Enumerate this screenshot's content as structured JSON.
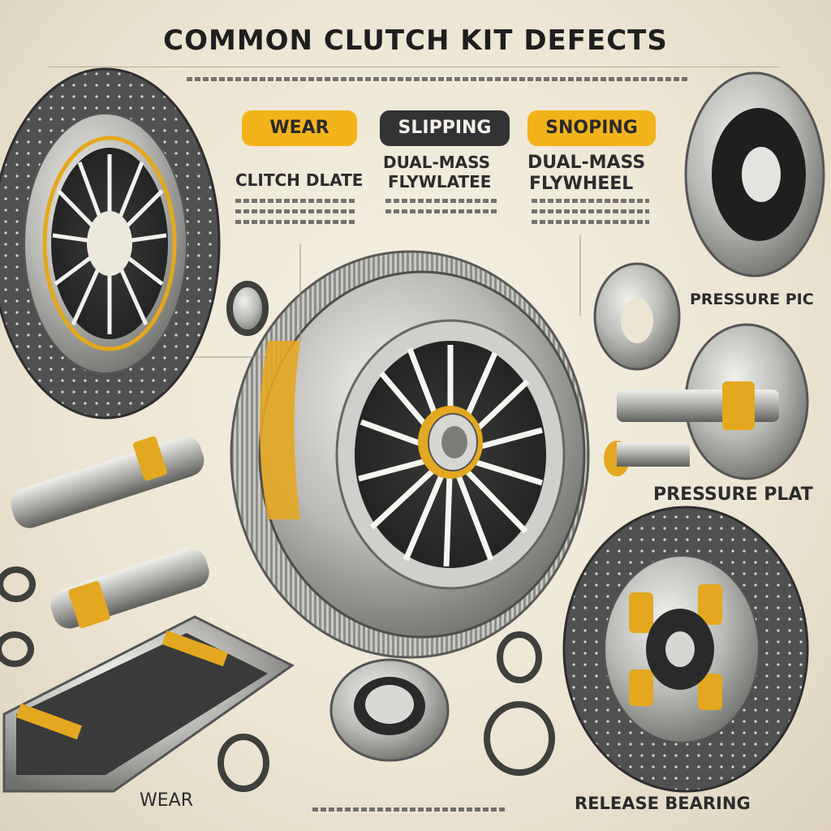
{
  "title": "COMMON CLUTCH KIT DEFECTS",
  "badges": {
    "wear": "WEAR",
    "slipping": "SLIPPING",
    "snoping": "SNOPING"
  },
  "labels": {
    "clutch_plate": "CLITCH DLATE",
    "dual_mass_left_line1": "DUAL-MASS",
    "dual_mass_left_line2": "FLYWLATEE",
    "dual_mass_right_line1": "DUAL-MASS",
    "dual_mass_right_line2": "FLYWHEEL",
    "pressure_top": "PRESSURE PIC",
    "pressure_plate": "PRESSURE PLAT",
    "wear_bottom": "WEAR",
    "release_bearing": "RELEASE BEARING"
  },
  "colors": {
    "accent_yellow": "#f2b31b",
    "badge_dark": "#333336",
    "metal": "#b8b8b4",
    "friction": "#4a4a4a"
  }
}
